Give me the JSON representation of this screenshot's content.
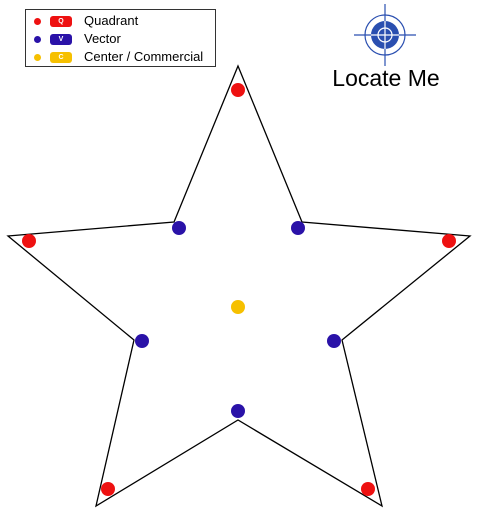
{
  "legend": {
    "items": [
      {
        "label": "Quadrant",
        "badge": "Q",
        "color": "#ee1111"
      },
      {
        "label": "Vector",
        "badge": "V",
        "color": "#2a12a8"
      },
      {
        "label": "Center / Commercial",
        "badge": "C",
        "color": "#f6c000"
      }
    ]
  },
  "locate": {
    "label": "Locate Me",
    "icon": "crosshair-target-icon",
    "icon_color": "#2a4fb0"
  },
  "star": {
    "outline_color": "#000000"
  },
  "points": {
    "quadrant": [
      {
        "id": "top"
      },
      {
        "id": "left"
      },
      {
        "id": "right"
      },
      {
        "id": "bottom-left"
      },
      {
        "id": "bottom-right"
      }
    ],
    "vector": [
      {
        "id": "upper-left"
      },
      {
        "id": "upper-right"
      },
      {
        "id": "mid-left"
      },
      {
        "id": "mid-right"
      },
      {
        "id": "bottom"
      }
    ],
    "center": [
      {
        "id": "center"
      }
    ]
  }
}
